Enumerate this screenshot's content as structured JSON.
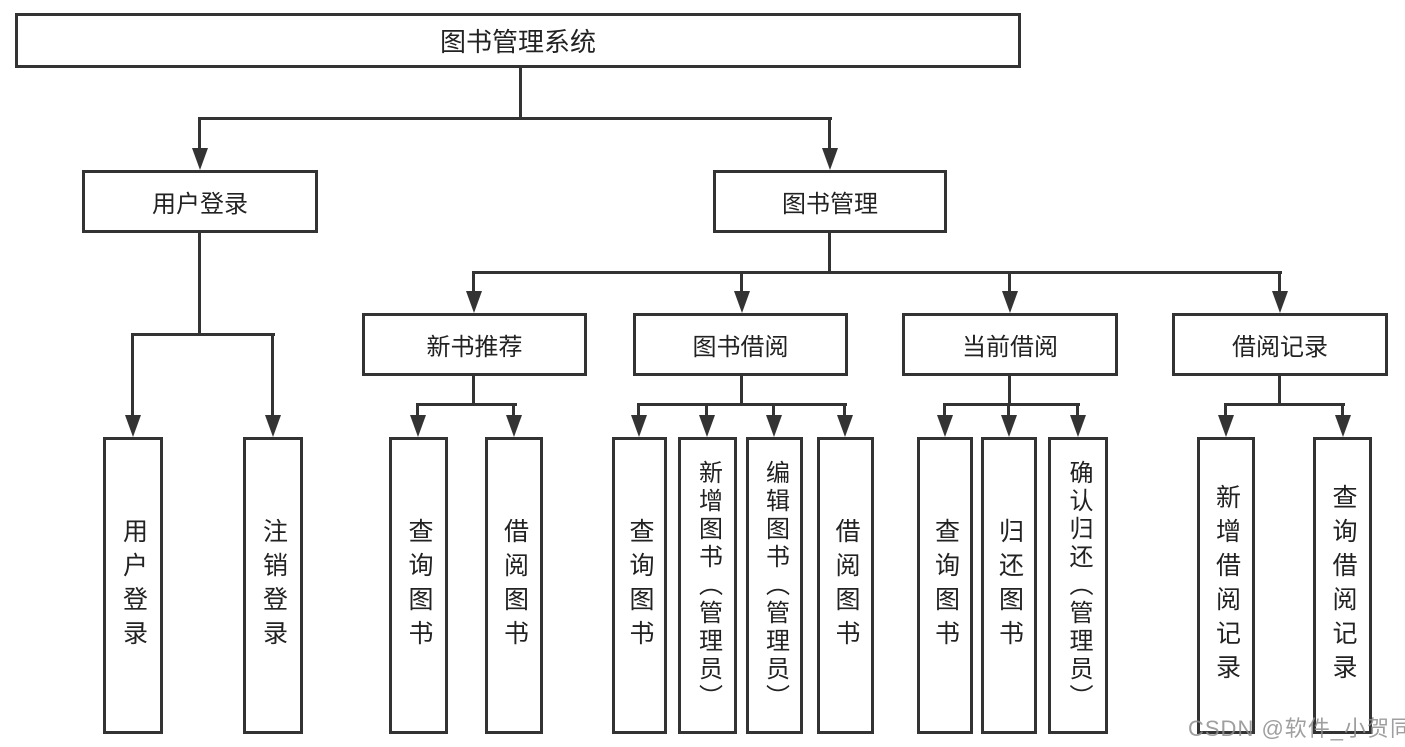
{
  "colors": {
    "line": "#333333",
    "text": "#222222",
    "background": "#ffffff",
    "watermark": "#8f8f8f"
  },
  "watermark": {
    "text": "CSDN @软件_小贺同学"
  },
  "diagram": {
    "type": "tree",
    "root": "图书管理系统",
    "branches": [
      {
        "label": "用户登录",
        "children": [
          "用户登录",
          "注销登录"
        ]
      },
      {
        "label": "图书管理",
        "children": [
          {
            "label": "新书推荐",
            "children": [
              "查询图书",
              "借阅图书"
            ]
          },
          {
            "label": "图书借阅",
            "children": [
              "查询图书",
              "新增图书（管理员）",
              "编辑图书（管理员）",
              "借阅图书"
            ]
          },
          {
            "label": "当前借阅",
            "children": [
              "查询图书",
              "归还图书",
              "确认归还（管理员）"
            ]
          },
          {
            "label": "借阅记录",
            "children": [
              "新增借阅记录",
              "查询借阅记录"
            ]
          }
        ]
      }
    ]
  }
}
